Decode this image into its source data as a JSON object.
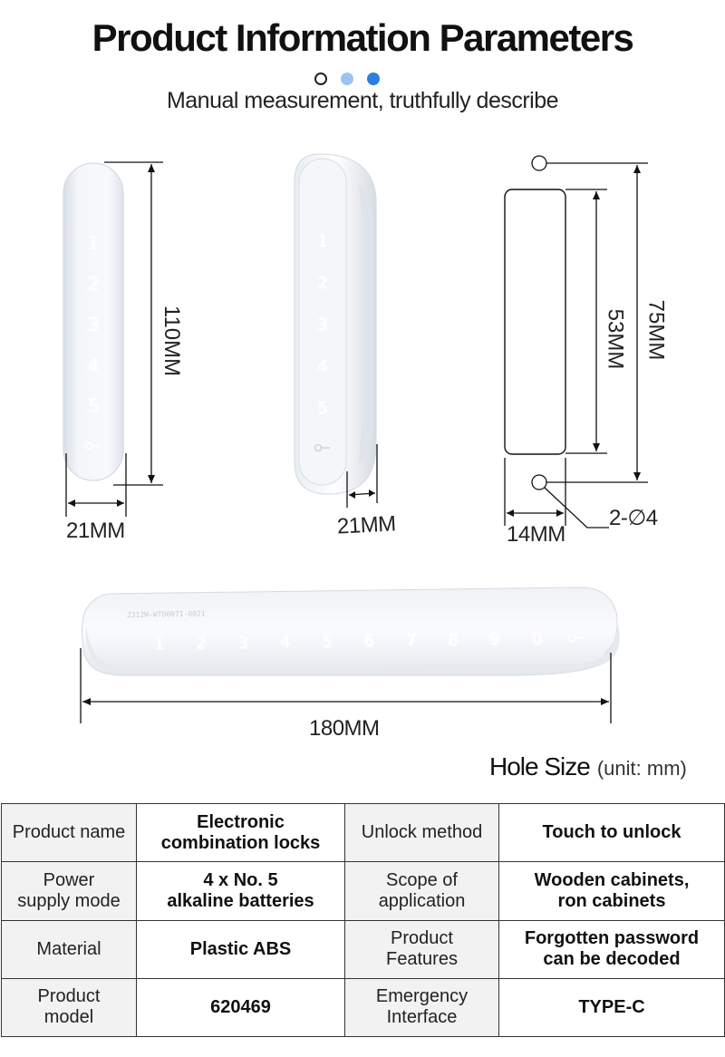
{
  "header": {
    "title": "Product Information Parameters",
    "subtitle": "Manual measurement, truthfully describe"
  },
  "dimensions": {
    "height_front": "110MM",
    "width_front": "21MM",
    "width_side": "21MM",
    "hole_inner": "53MM",
    "hole_outer": "75MM",
    "hole_width": "14MM",
    "hole_count": "2-∅4",
    "length": "180MM"
  },
  "keypad": {
    "vertical_keys": [
      "1",
      "2",
      "3",
      "4",
      "5"
    ],
    "horizontal_keys": [
      "1",
      "2",
      "3",
      "4",
      "5",
      "6",
      "7",
      "8",
      "9",
      "0"
    ],
    "key_symbol": "key-icon",
    "serial_text": "2312W-WTD0071-0021"
  },
  "hole_size": {
    "label": "Hole Size",
    "unit": "(unit:  mm)"
  },
  "specs": [
    {
      "k1": "Product name",
      "v1": "Electronic\ncombination locks",
      "k2": "Unlock method",
      "v2": "Touch to unlock"
    },
    {
      "k1": "Power\nsupply mode",
      "v1": "4 x No. 5\nalkaline batteries",
      "k2": "Scope of\napplication",
      "v2": "Wooden cabinets,\nron cabinets"
    },
    {
      "k1": "Material",
      "v1": "Plastic ABS",
      "k2": "Product\nFeatures",
      "v2": "Forgotten password\ncan be decoded"
    },
    {
      "k1": "Product\nmodel",
      "v1": "620469",
      "k2": "Emergency\nInterface",
      "v2": "TYPE-C"
    }
  ],
  "colors": {
    "dot_light": "#9cc3f0",
    "dot_dark": "#2a7fe0",
    "device_face": "#eef2f7",
    "key_glow": "#ffffff"
  }
}
